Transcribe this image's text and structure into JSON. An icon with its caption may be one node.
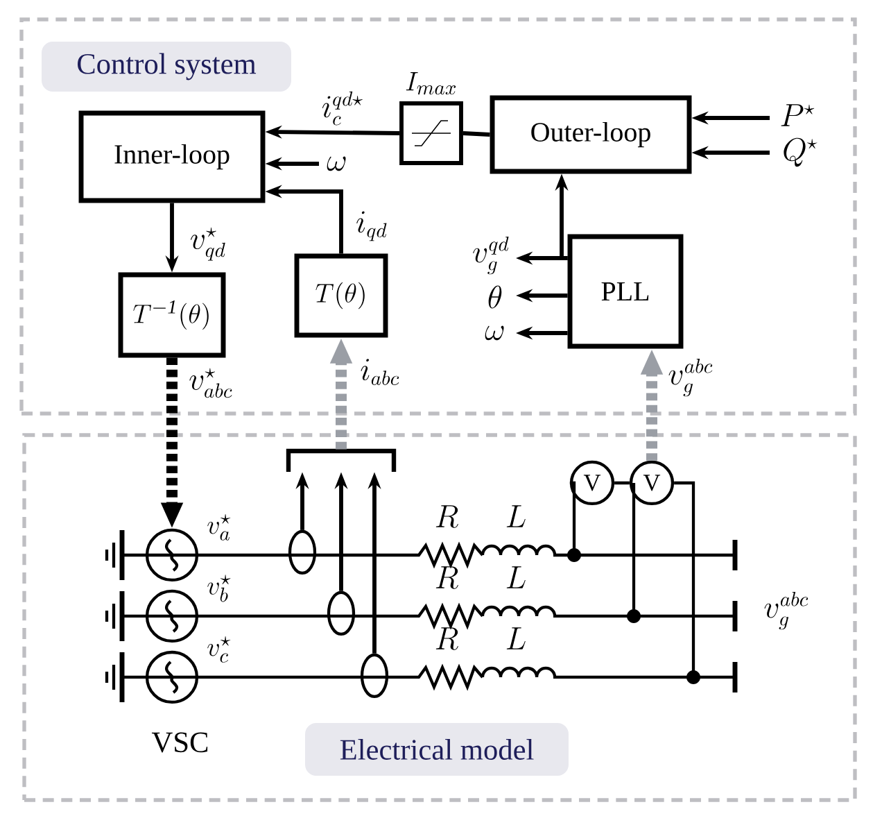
{
  "diagram": {
    "nodes": [
      {
        "text": [
          "Control system"
        ]
      },
      {
        "text": [
          "Inner-loop"
        ],
        "in": 0
      },
      {
        "text": [
          "I_{max}"
        ],
        "in": 0
      },
      {
        "text": [
          "Outer-loop"
        ],
        "in": 0
      },
      {
        "text": [
          "T^{\\mathit{-1}}(\\theta)"
        ],
        "in": 0
      },
      {
        "text": [
          "T(\\theta)"
        ],
        "in": 0
      },
      {
        "text": [
          "PLL"
        ],
        "in": 0
      },
      {
        "text": [
          "Electrical model"
        ]
      },
      {
        "text": [],
        "shape": "bar",
        "in": 7
      },
      {
        "text": [
          "V"
        ],
        "in": 7
      },
      {
        "text": [
          "V"
        ],
        "in": 7
      },
      {
        "text": [],
        "shape": "circle",
        "in": 7,
        "beside": [
          "v_{a}^{\\star}"
        ]
      },
      {
        "text": [],
        "shape": "circle",
        "in": 7,
        "beside": [
          "v_{b}^{\\star}"
        ]
      },
      {
        "text": [],
        "shape": "circle",
        "in": 7,
        "beside": [
          "v_{c}^{\\star}"
        ]
      },
      {
        "text": [],
        "shape": "ellipse",
        "in": 7
      },
      {
        "text": [],
        "shape": "ellipse",
        "in": 7
      },
      {
        "text": [],
        "shape": "ellipse",
        "in": 7
      }
    ],
    "edges": [
      {
        "from": 3,
        "to": 2,
        "arrow": "none"
      },
      {
        "from": 2,
        "to": 1,
        "arrow": "to",
        "label": "i_{c}^{qd\\star}"
      },
      {
        "from": null,
        "to": 1,
        "arrow": "to",
        "label": "\\omega"
      },
      {
        "from": 5,
        "to": 1,
        "arrow": "to",
        "label": "i_{qd}"
      },
      {
        "from": 1,
        "to": 4,
        "arrow": "to",
        "label": "v_{qd}^{\\star}"
      },
      {
        "from": null,
        "to": 3,
        "arrow": "to",
        "label": "P^{\\star}"
      },
      {
        "from": null,
        "to": 3,
        "arrow": "to",
        "label": "Q^{\\star}"
      },
      {
        "from": 6,
        "to": 3,
        "arrow": "to"
      },
      {
        "from": 6,
        "to": null,
        "arrow": "to",
        "label": "v_{g}^{qd}"
      },
      {
        "from": 6,
        "to": null,
        "arrow": "to",
        "label": "\\theta"
      },
      {
        "from": 6,
        "to": null,
        "arrow": "to",
        "label": "\\omega"
      },
      {
        "from": 4,
        "to": 11,
        "arrow": "to",
        "label": "v_{abc}^{\\star}",
        "style": "dashed"
      },
      {
        "from": 8,
        "to": 5,
        "arrow": "to",
        "label": "i_{abc}",
        "style": "dashed",
        "color": "#9a9ea5"
      },
      {
        "from": 10,
        "to": 6,
        "arrow": "to",
        "label": "v_{g}^{abc}",
        "style": "dashed",
        "color": "#9a9ea5"
      },
      {
        "from": 14,
        "to": 8,
        "arrow": "to"
      },
      {
        "from": 15,
        "to": 8,
        "arrow": "to"
      },
      {
        "from": 16,
        "to": 8,
        "arrow": "to"
      }
    ],
    "labels": [
      "R",
      "L",
      "R",
      "L",
      "v_{g}^{abc}",
      "R",
      "L",
      "VSC"
    ]
  }
}
